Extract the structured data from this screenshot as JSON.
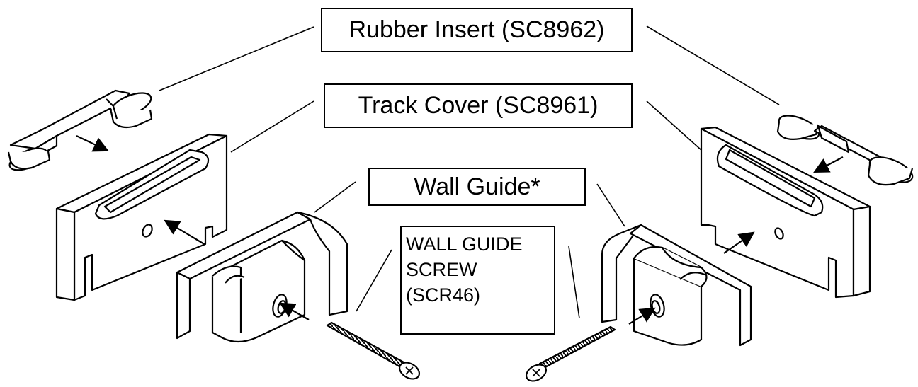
{
  "diagram": {
    "labels": {
      "rubber_insert": "Rubber Insert (SC8962)",
      "track_cover": "Track Cover (SC8961)",
      "wall_guide": "Wall Guide*",
      "wall_guide_screw": [
        "WALL GUIDE",
        "SCREW",
        "(SCR46)"
      ]
    },
    "line_color": "#000000",
    "part_fill": "#ffffff"
  }
}
